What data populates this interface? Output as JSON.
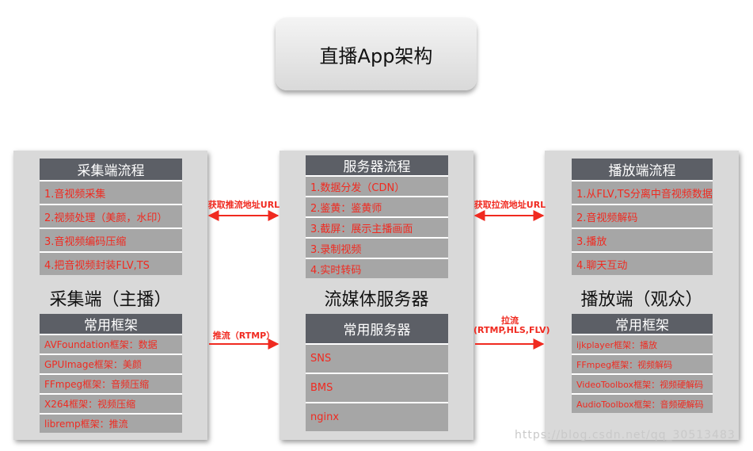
{
  "title": "直播App架构",
  "capture": {
    "flow_header": "采集端流程",
    "flow_items": [
      "1.音视频采集",
      "2.视频处理（美颜，水印）",
      "3.音视频编码压缩",
      "4.把音视频封装FLV,TS"
    ],
    "name": "采集端（主播）",
    "fw_header": "常用框架",
    "fw_items": [
      "AVFoundation框架：数据",
      "GPUImage框架：美颜",
      "FFmpeg框架：音频压缩",
      "X264框架：视频压缩",
      "libremp框架：推流"
    ]
  },
  "server": {
    "flow_header": "服务器流程",
    "flow_items": [
      "1.数据分发（CDN）",
      "2.鉴黄：鉴黄师",
      "3.截屏：展示主播画面",
      "3.录制视频",
      "4.实时转码"
    ],
    "name": "流媒体服务器",
    "fw_header": "常用服务器",
    "fw_items": [
      "SNS",
      "BMS",
      "nginx"
    ]
  },
  "player": {
    "flow_header": "播放端流程",
    "flow_items": [
      "1.从FLV,TS分离中音视频数据",
      "2.音视频解码",
      "3.播放",
      "4.聊天互动"
    ],
    "name": "播放端（观众）",
    "fw_header": "常用框架",
    "fw_items": [
      "ijkplayer框架：播放",
      "FFmpeg框架：视频解码",
      "VideoToolbox框架：视频硬解码",
      "AudioToolbox框架：音频硬解码"
    ]
  },
  "arrows": {
    "push_url": "获取推流地址URL",
    "pull_url": "获取拉流地址URL",
    "push": "推流（RTMP）",
    "pull_line1": "拉流",
    "pull_line2": "(RTMP,HLS,FLV)"
  },
  "watermark": "https://blog.csdn.net/qq_30513483",
  "colors": {
    "accent": "#f02a20",
    "header": "#5c5f66",
    "row": "#a6a6a6",
    "panel": "#d9d9d9"
  }
}
